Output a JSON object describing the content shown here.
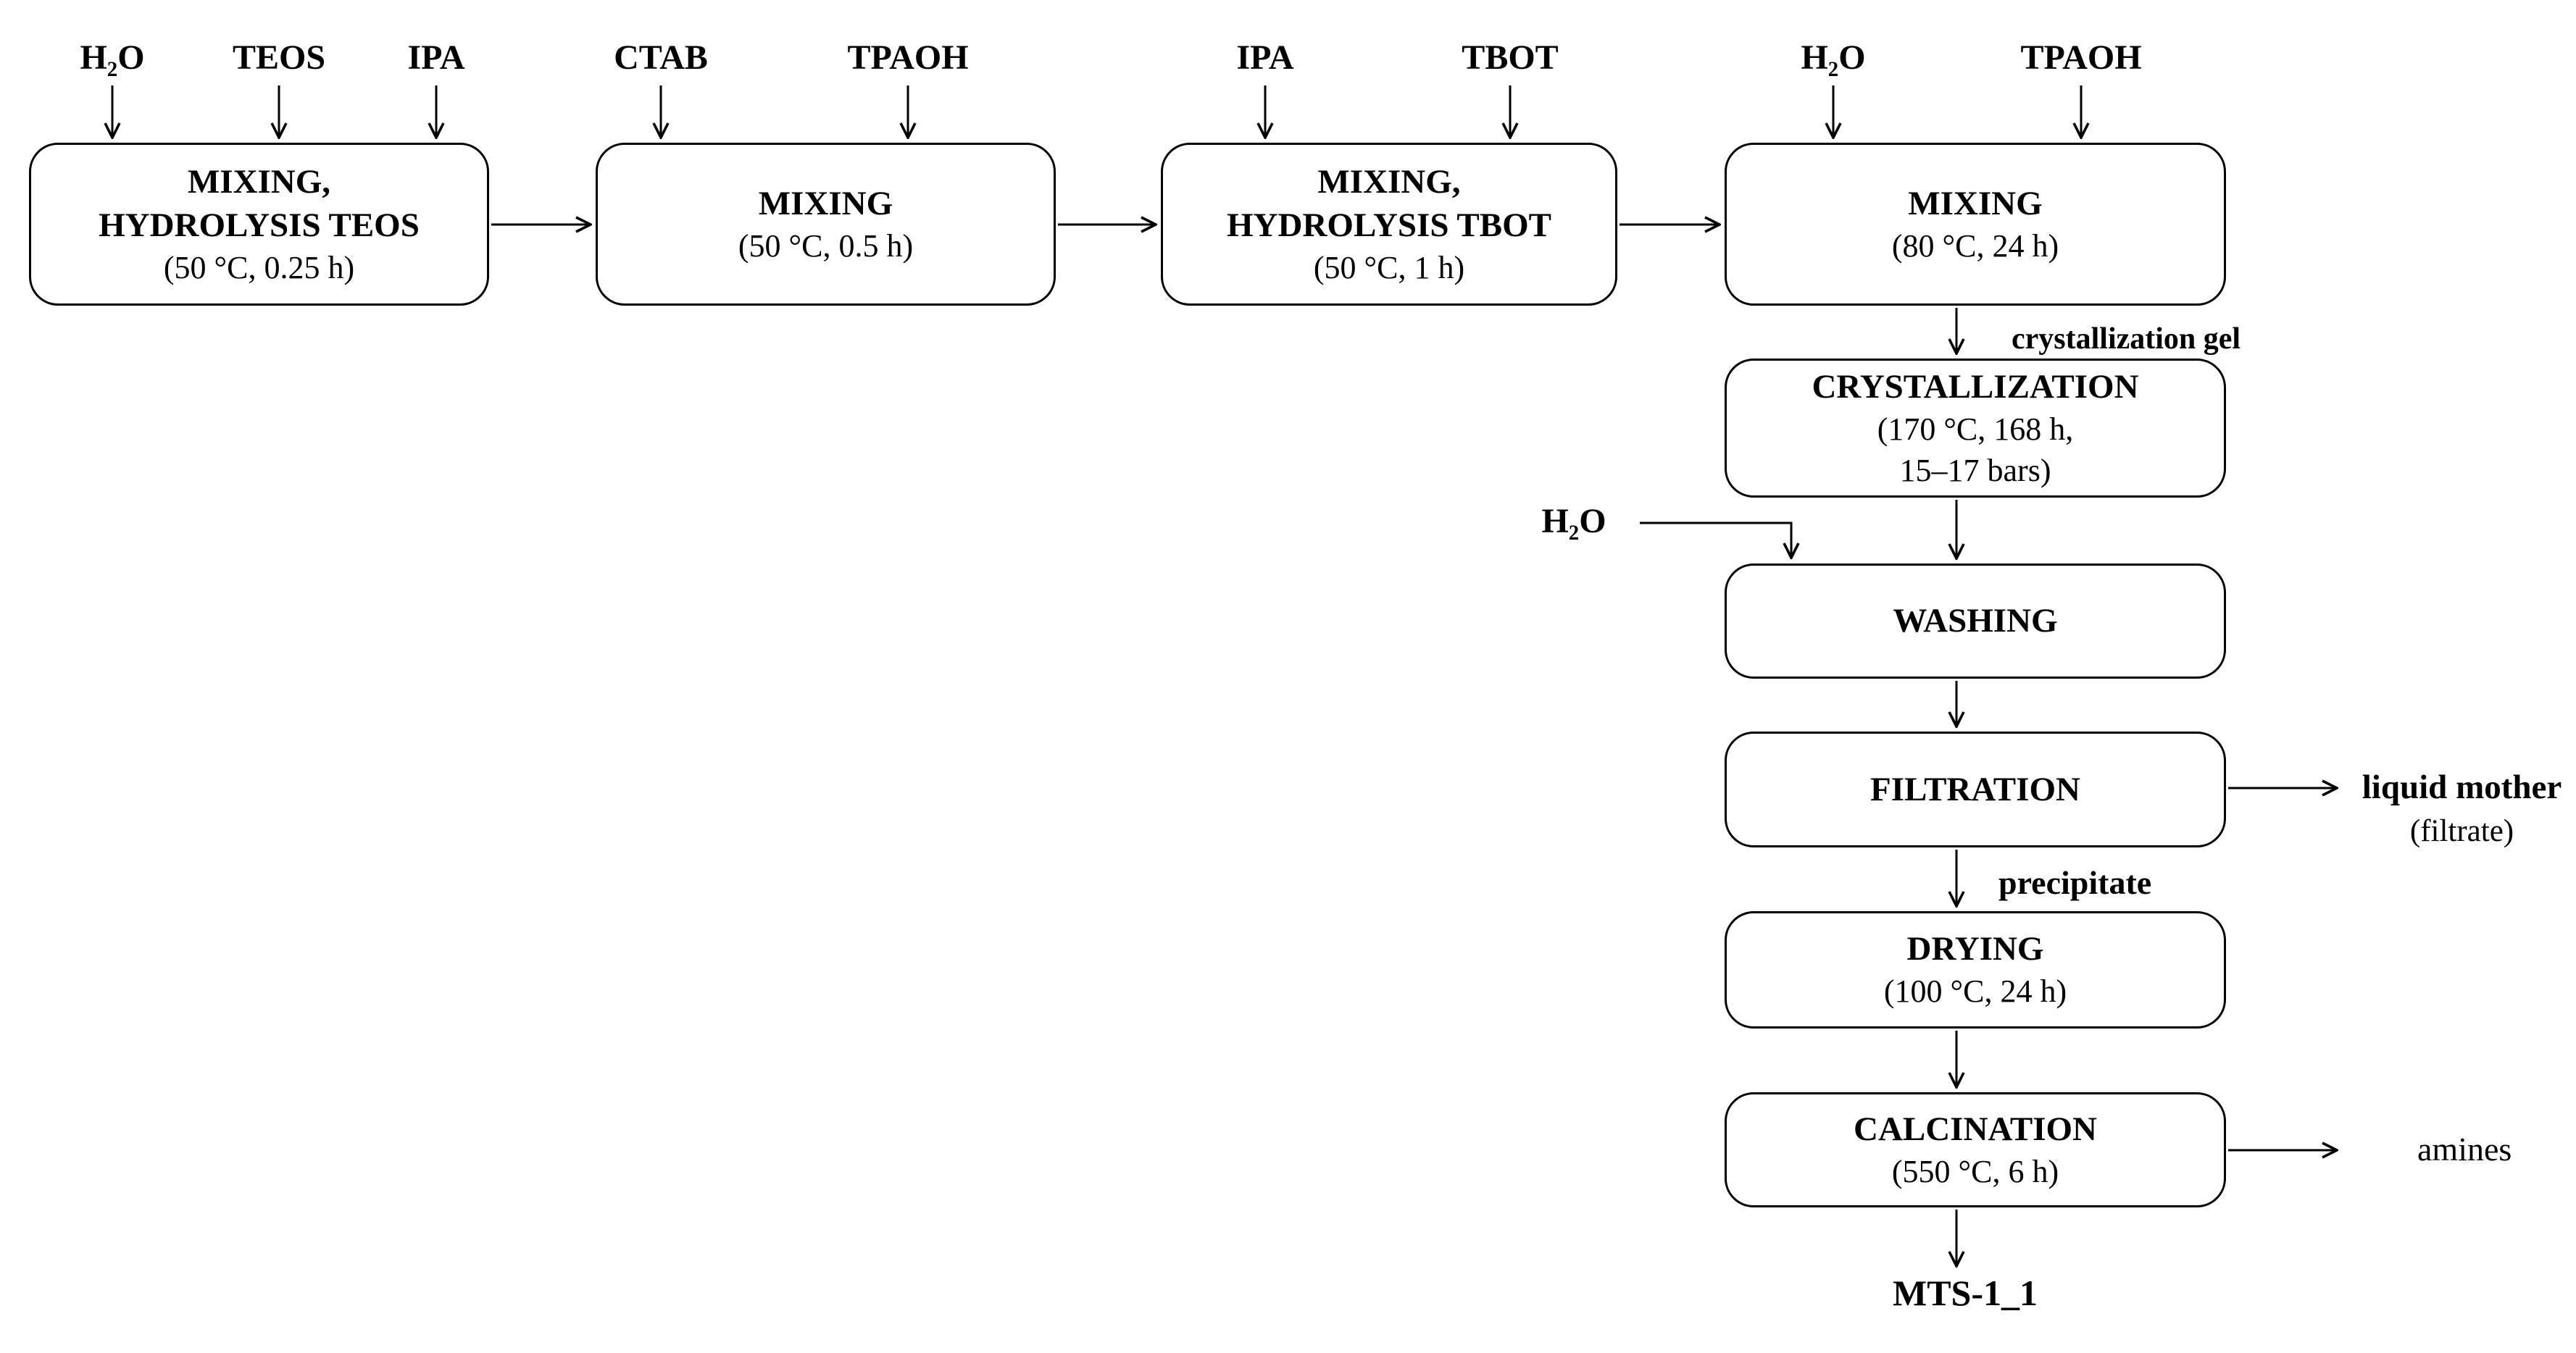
{
  "colors": {
    "line": "#000000",
    "text": "#000000",
    "background": "#ffffff"
  },
  "inputs": {
    "h2o_1": "H₂O",
    "teos": "TEOS",
    "ipa_1": "IPA",
    "ctab": "CTAB",
    "tpaoh_1": "TPAOH",
    "ipa_2": "IPA",
    "tbot": "TBOT",
    "h2o_2": "H₂O",
    "tpaoh_2": "TPAOH",
    "h2o_washing": "H₂O"
  },
  "boxes": {
    "mixing_hydrolysis_teos": {
      "line1": "MIXING,",
      "line2": "HYDROLYSIS TEOS",
      "condition": "(50 °C, 0.25 h)"
    },
    "mixing_1": {
      "line1": "MIXING",
      "condition": "(50 °C, 0.5 h)"
    },
    "mixing_hydrolysis_tbot": {
      "line1": "MIXING,",
      "line2": "HYDROLYSIS TBOT",
      "condition": "(50 °C, 1 h)"
    },
    "mixing_2": {
      "line1": "MIXING",
      "condition": "(80 °C, 24 h)"
    },
    "crystallization": {
      "line1": "CRYSTALLIZATION",
      "condition1": "(170 °C, 168 h,",
      "condition2": "15–17 bars)"
    },
    "washing": {
      "line1": "WASHING"
    },
    "filtration": {
      "line1": "FILTRATION"
    },
    "drying": {
      "line1": "DRYING",
      "condition": "(100 °C, 24 h)"
    },
    "calcination": {
      "line1": "CALCINATION",
      "condition": "(550 °C, 6 h)"
    }
  },
  "stream_labels": {
    "crystallization_gel": "crystallization gel",
    "precipitate": "precipitate",
    "liquid_mother": "liquid mother",
    "filtrate": "(filtrate)",
    "amines": "amines"
  },
  "product": "MTS-1_1"
}
